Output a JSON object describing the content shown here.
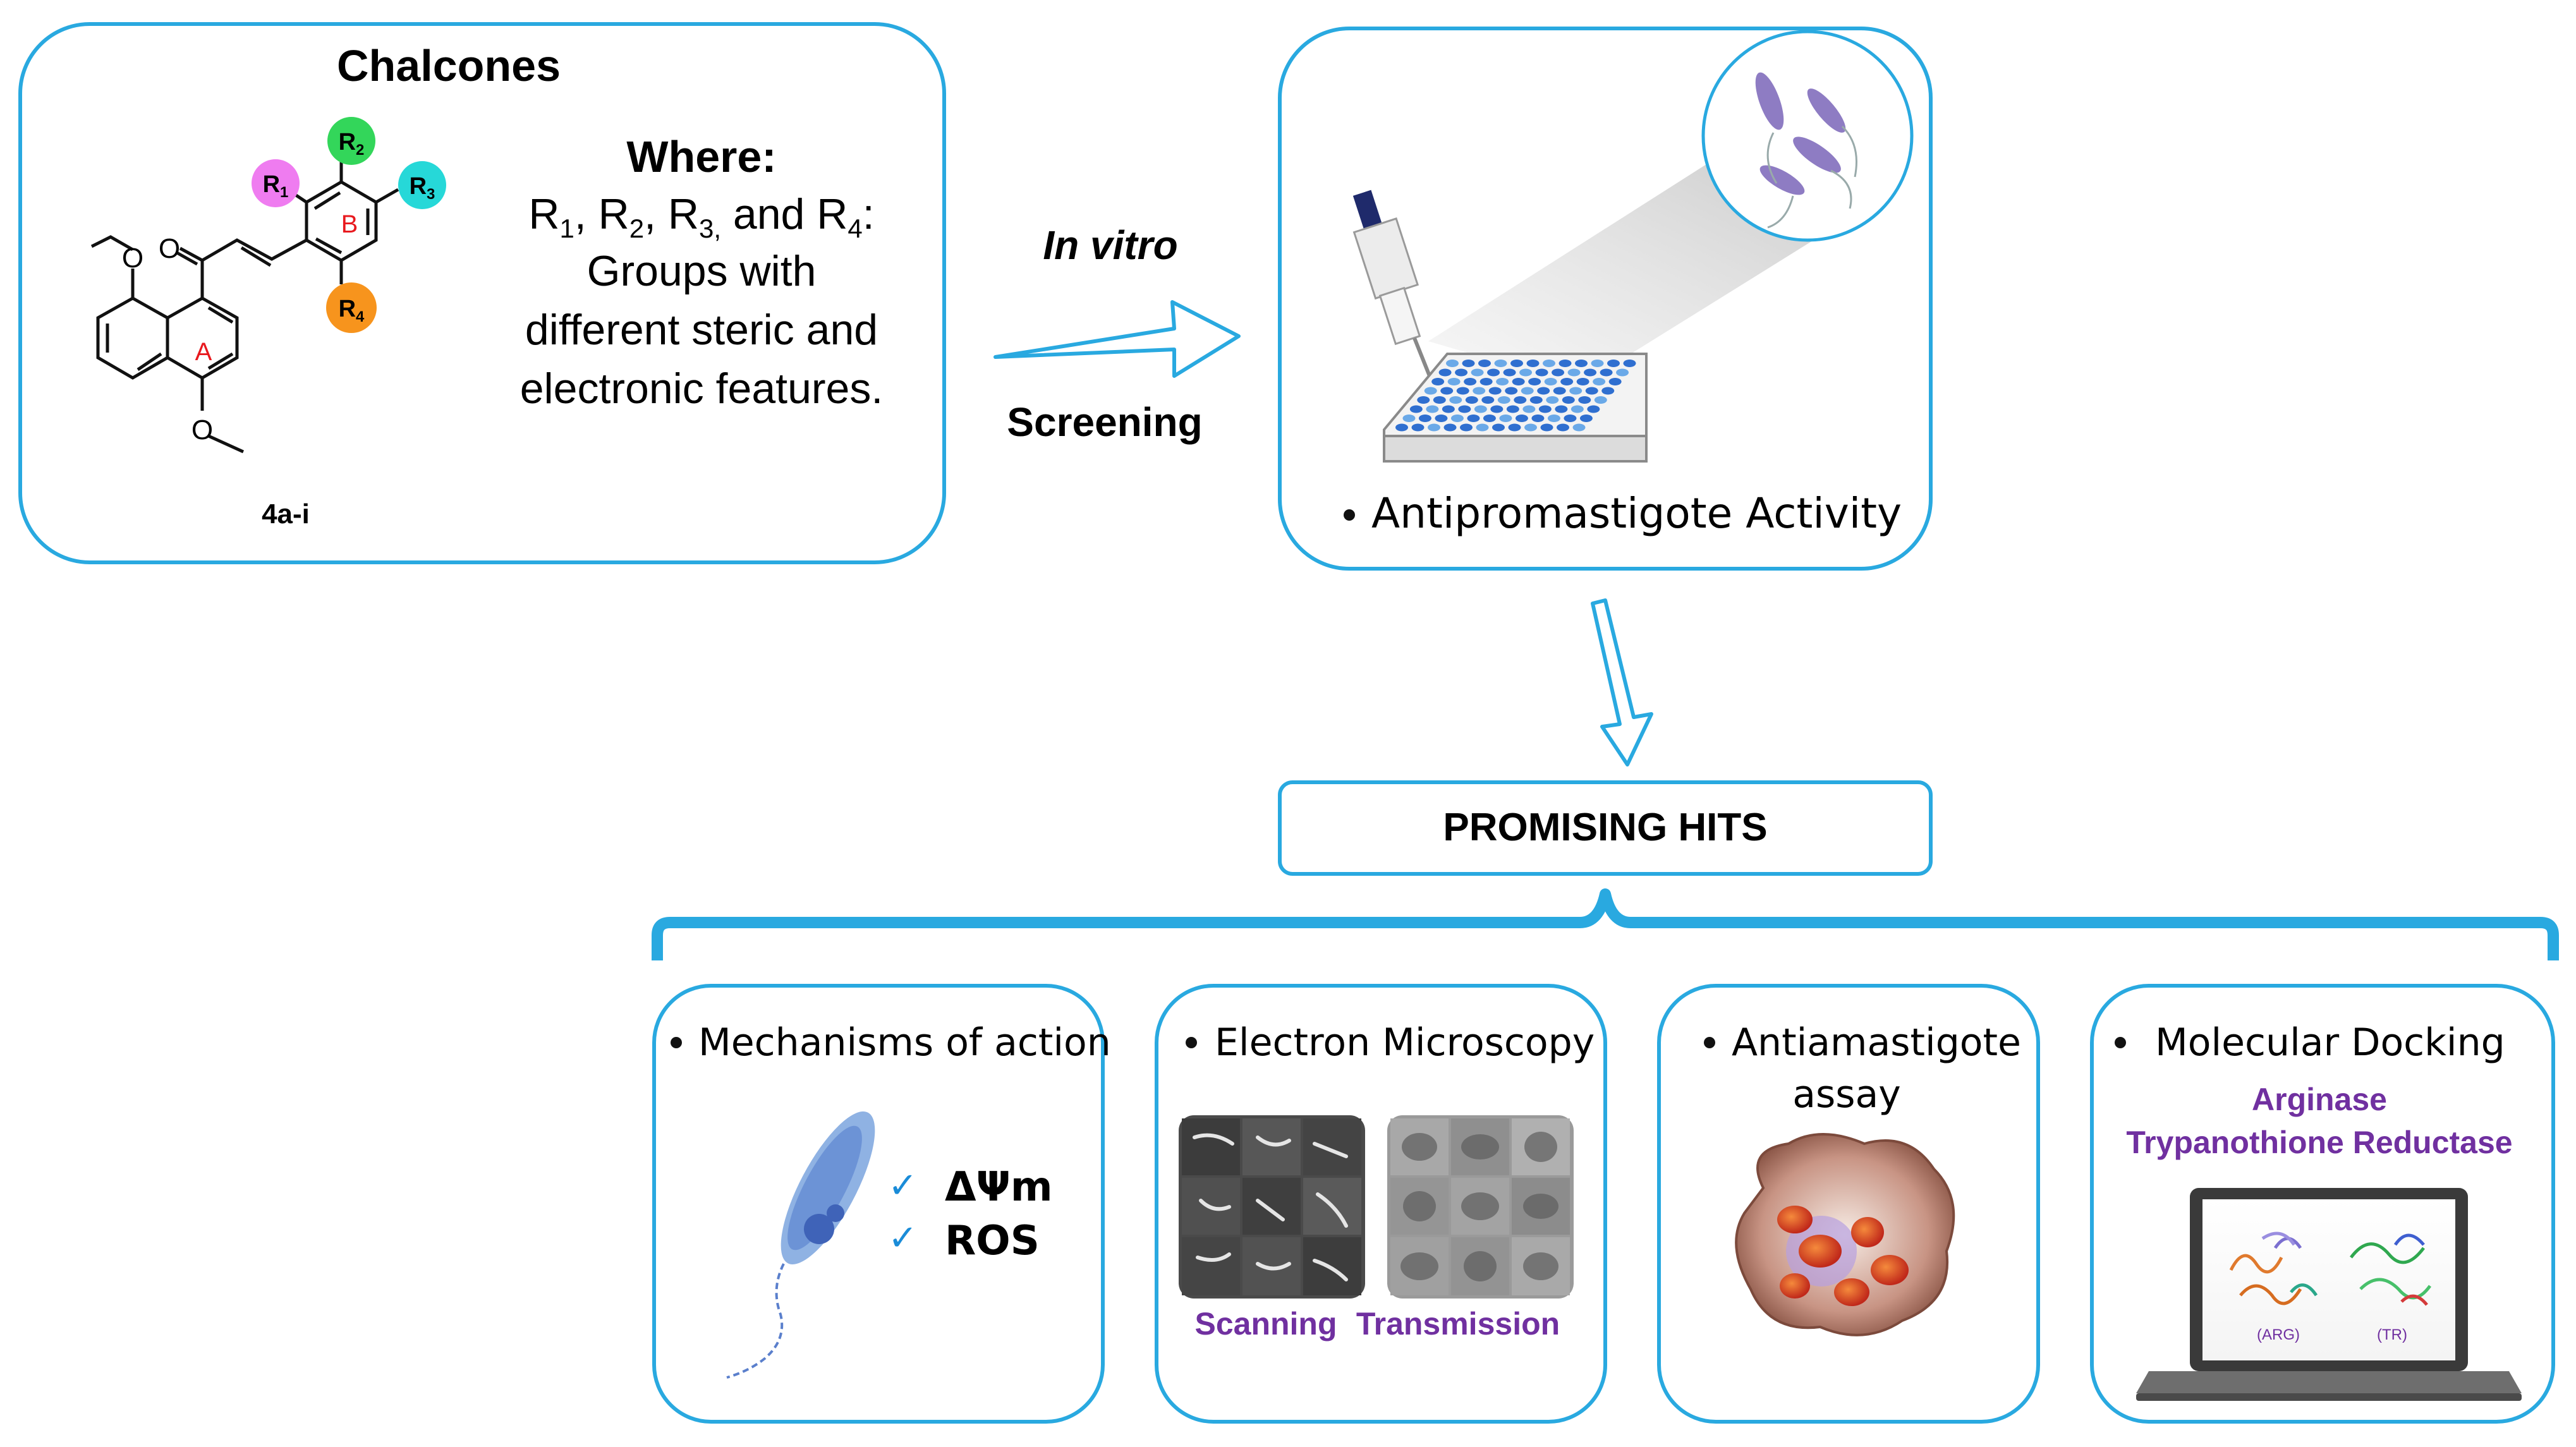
{
  "chalcones": {
    "title": "Chalcones",
    "where_title": "Where:",
    "where_line2": "Groups with",
    "where_line3": "different steric and",
    "where_line4": "electronic features.",
    "compound_label": "4a-i",
    "ring_a": "A",
    "ring_b": "B",
    "r1": "R1",
    "r2": "R2",
    "r3": "R3",
    "r4": "R4",
    "colors": {
      "r1": "#ef7cf0",
      "r2": "#33d65a",
      "r3": "#26d8d8",
      "r4": "#f7941d"
    }
  },
  "arrow_labels": {
    "in_vitro": "In vitro",
    "screening": "Screening"
  },
  "screening_box": {
    "label": "Antipromastigote Activity"
  },
  "hits": {
    "label": "PROMISING HITS"
  },
  "panels": {
    "mechanisms": {
      "title": "Mechanisms of action",
      "check1": "ΔΨm",
      "check2": "ROS"
    },
    "microscopy": {
      "title": "Electron Microscopy",
      "left": "Scanning",
      "right": "Transmission"
    },
    "antiamastigote": {
      "title1": "Antiamastigote",
      "title2": "assay"
    },
    "docking": {
      "title": "Molecular Docking",
      "target1": "Arginase",
      "target2": "Trypanothione Reductase",
      "arg": "(ARG)",
      "tr": "(TR)"
    }
  },
  "colors": {
    "frame": "#29a9e0",
    "accent_purple": "#7030a0",
    "well": "#2f6fd0"
  }
}
